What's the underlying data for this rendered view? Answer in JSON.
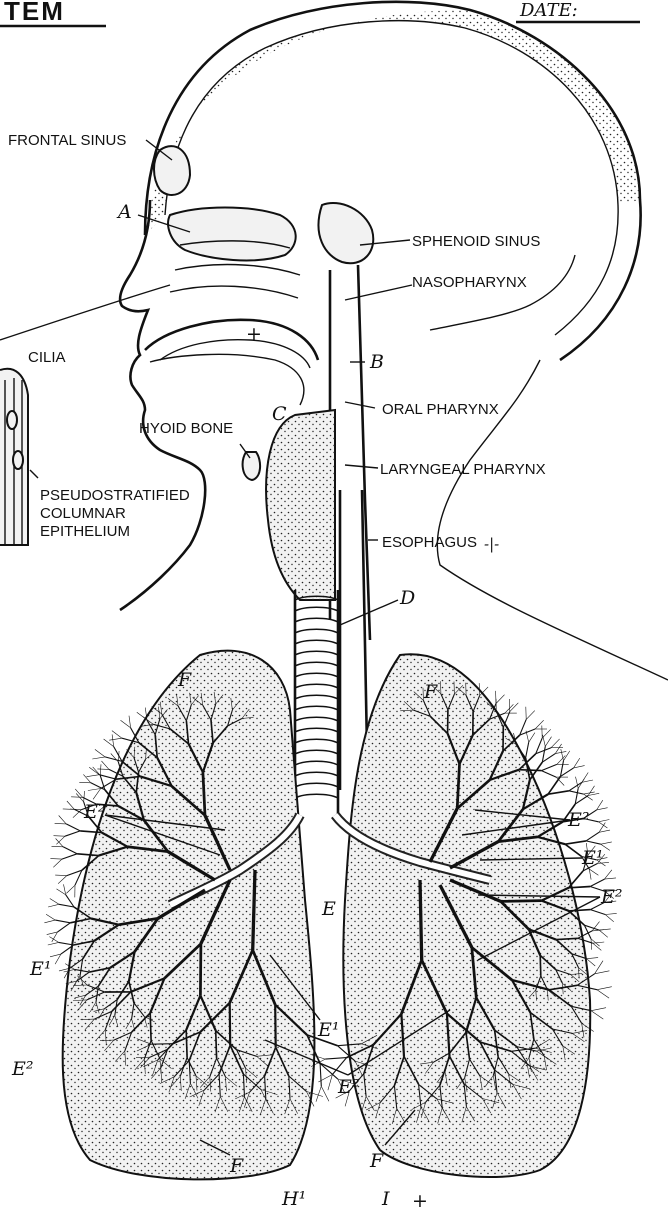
{
  "header": {
    "title_fragment": "TEM",
    "date_label": "DATE:"
  },
  "labels": {
    "frontal_sinus": "FRONTAL SINUS",
    "sphenoid_sinus": "SPHENOID SINUS",
    "nasopharynx": "NASOPHARYNX",
    "cilia": "CILIA",
    "oral_pharynx": "ORAL PHARYNX",
    "hyoid_bone": "HYOID BONE",
    "laryngeal_pharynx": "LARYNGEAL PHARYNX",
    "epithelium_line1": "PSEUDOSTRATIFIED",
    "epithelium_line2": "COLUMNAR",
    "epithelium_line3": "EPITHELIUM",
    "esophagus": "ESOPHAGUS"
  },
  "letters": {
    "A": "A",
    "B": "B",
    "C": "C",
    "D": "D",
    "E": "E",
    "E1": "E¹",
    "E2": "E²",
    "F": "F",
    "H1": "H¹",
    "I": "I",
    "G_mark": "+",
    "J_mark": "-|-"
  }
}
